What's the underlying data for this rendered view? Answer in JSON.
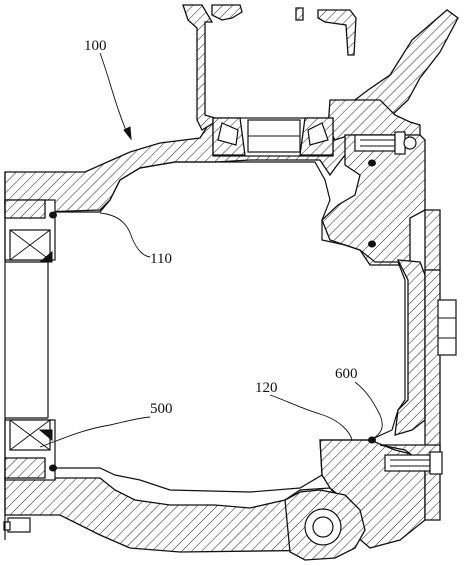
{
  "figure": {
    "labels": {
      "housing": "100",
      "inner_cavity": "110",
      "lower_cavity": "120",
      "bearing": "500",
      "seal": "600"
    }
  }
}
